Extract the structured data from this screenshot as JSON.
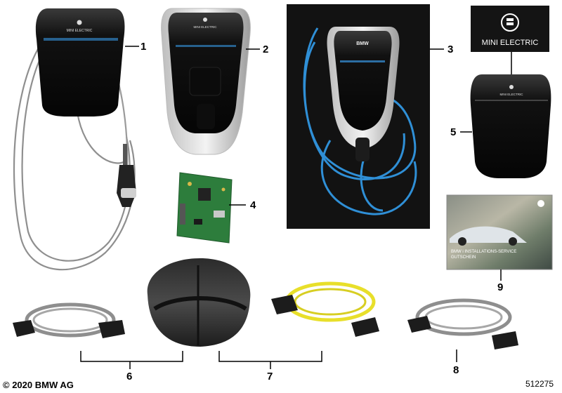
{
  "parts": [
    {
      "number": "1",
      "brand_label": "MINI ELECTRIC"
    },
    {
      "number": "2",
      "brand_label": "MINI ELECTRIC"
    },
    {
      "number": "3",
      "brand_label": "BMW"
    },
    {
      "number": "4"
    },
    {
      "number": "5",
      "brand_label": "MINI ELECTRIC"
    },
    {
      "number": "6"
    },
    {
      "number": "7"
    },
    {
      "number": "8"
    },
    {
      "number": "9"
    }
  ],
  "mini_logo_panel": {
    "text": "MINI ELECTRIC"
  },
  "brochure": {
    "line1": "BMW i INSTALLATIONS-SERVICE",
    "line2": "GUTSCHEIN"
  },
  "footer": {
    "copyright": "© 2020 BMW AG",
    "diagram_id": "512275"
  },
  "colors": {
    "cable_blue": "#2f8fd6",
    "cable_yellow": "#e8df2a",
    "cable_grey": "#9a9a9a",
    "panel_black": "#1a1a1a"
  }
}
